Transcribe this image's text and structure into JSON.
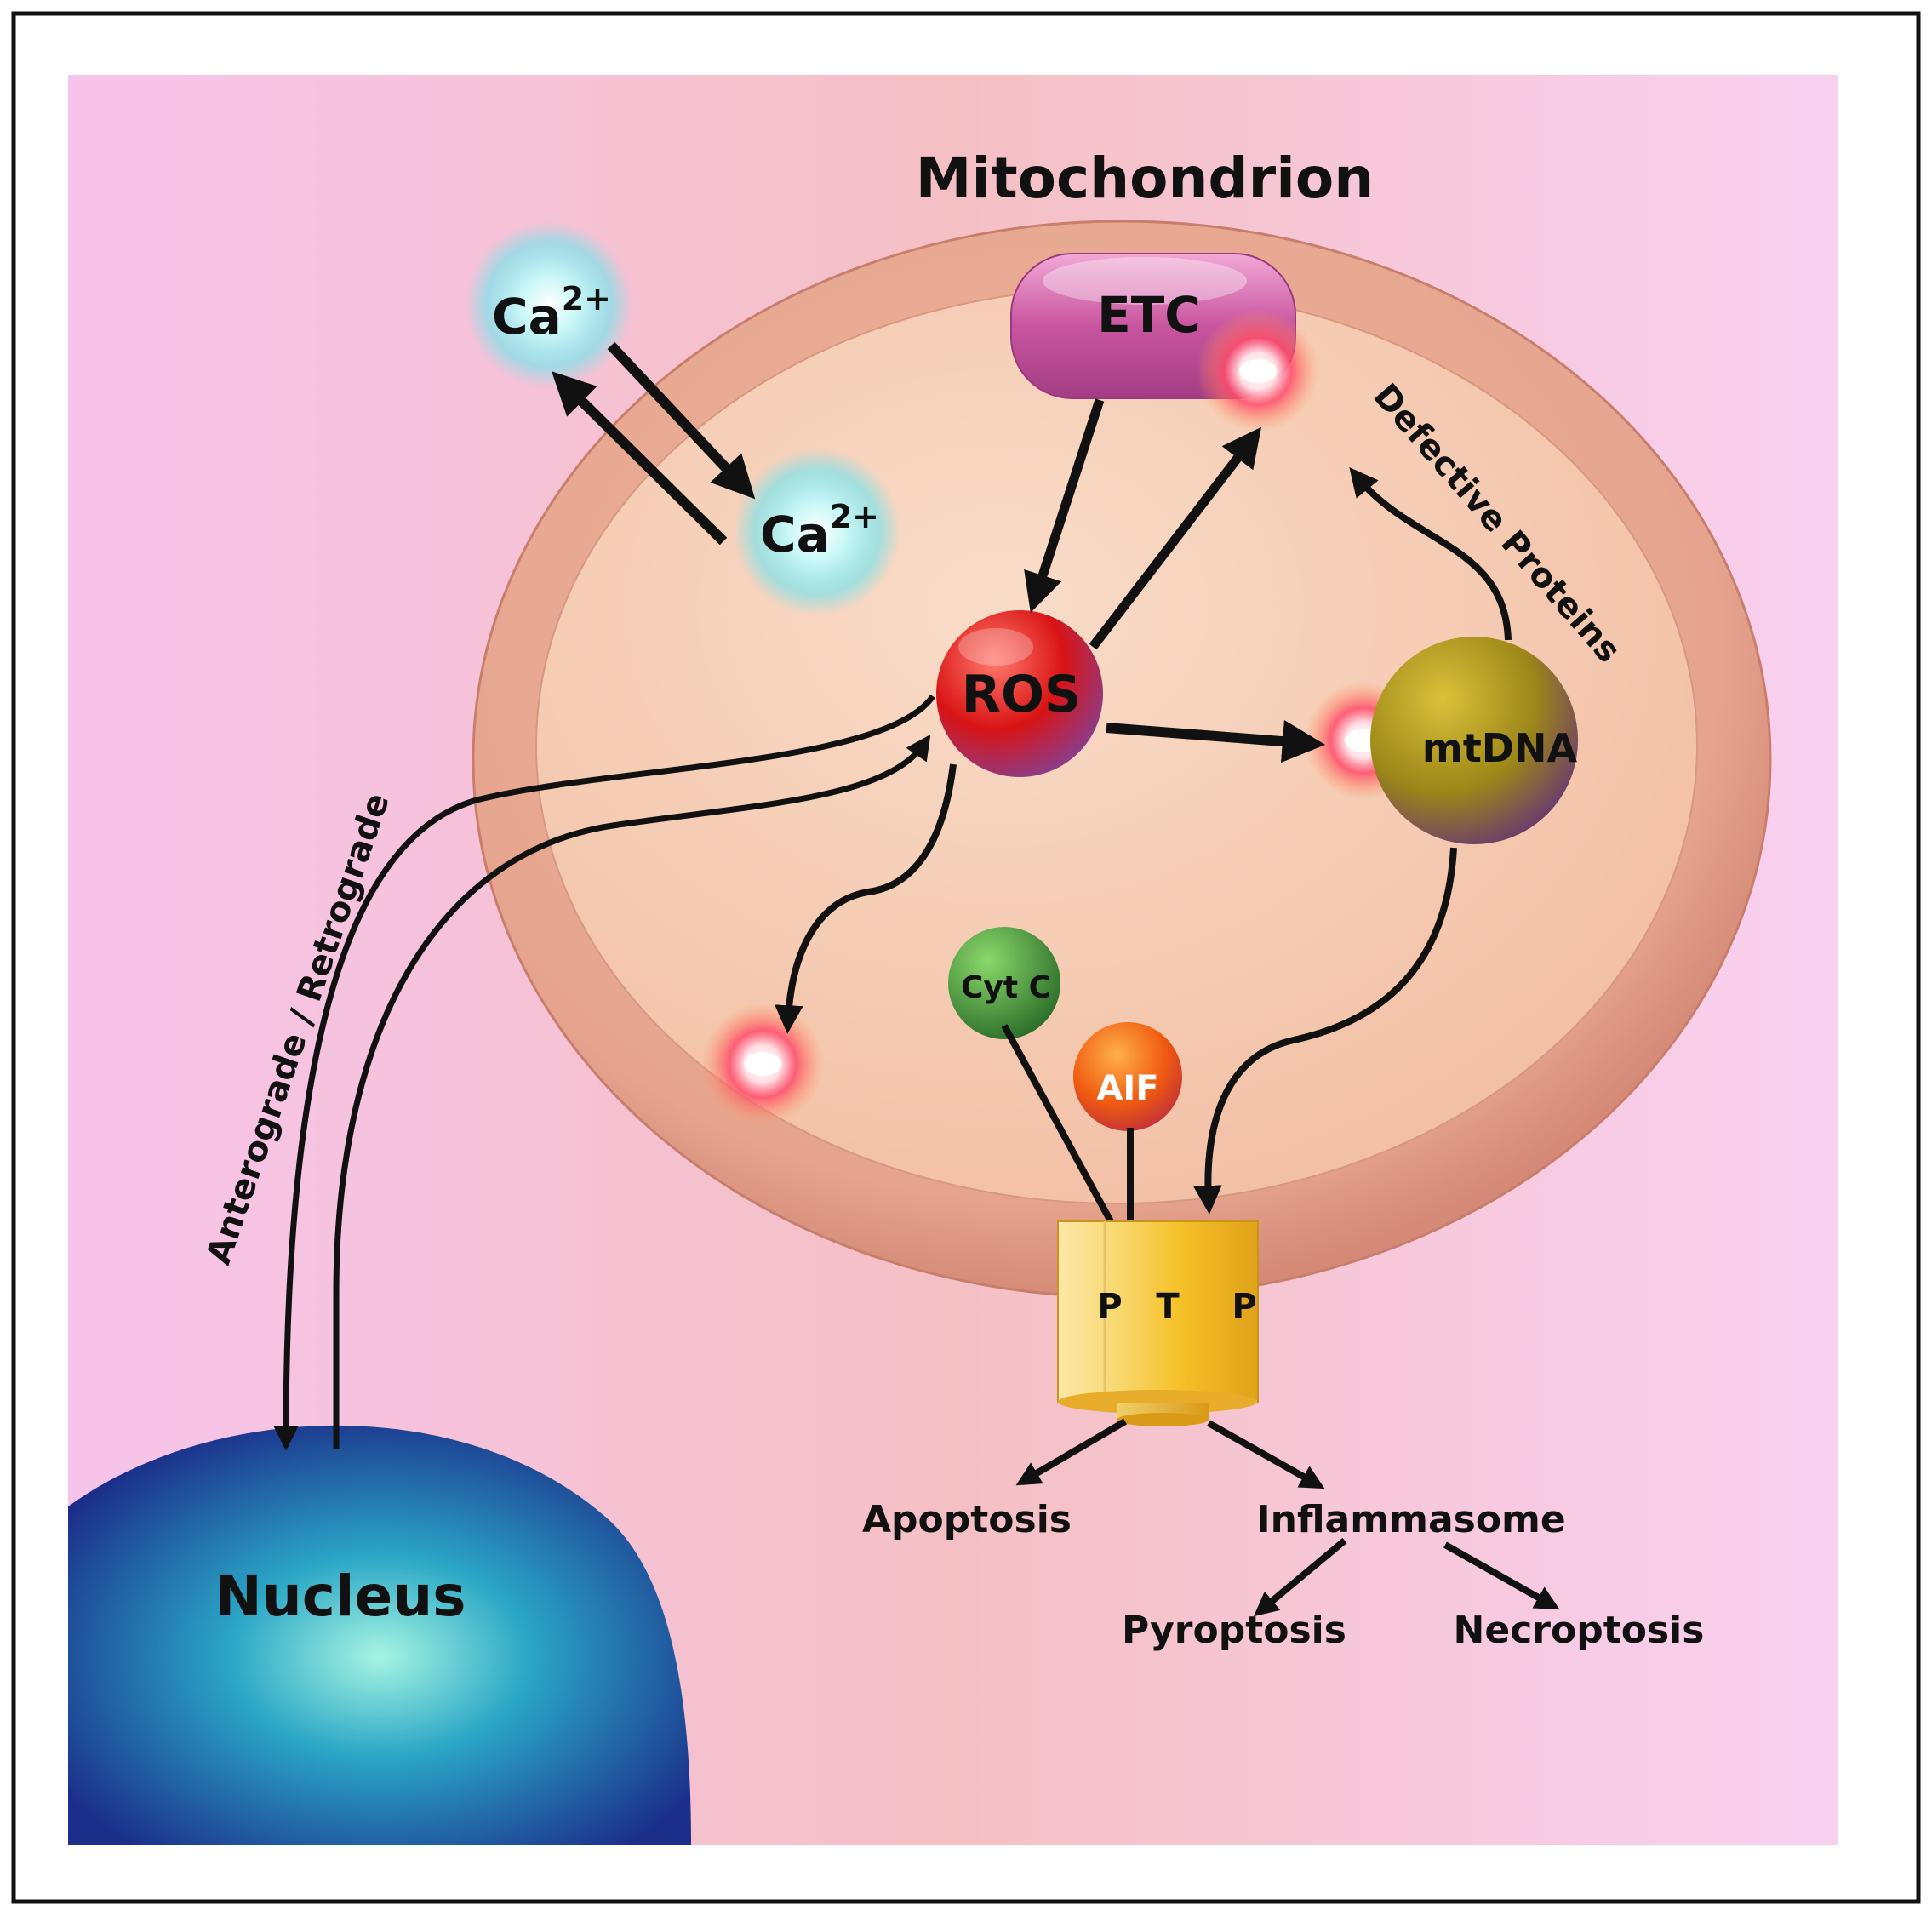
{
  "diagram": {
    "title": "Mitochondrion",
    "labels": {
      "ca_base": "Ca",
      "ca_charge": "2+",
      "etc": "ETC",
      "ros": "ROS",
      "mtdna": "mtDNA",
      "cytc": "Cyt C",
      "aif": "AIF",
      "ptp_p1": "P",
      "ptp_t": "T",
      "ptp_p2": "P",
      "nucleus": "Nucleus",
      "defective_proteins": "Defective Proteins",
      "signaling": "Anterograde / Retrograde",
      "apoptosis": "Apoptosis",
      "inflammasome": "Inflammasome",
      "pyroptosis": "Pyroptosis",
      "necroptosis": "Necroptosis"
    },
    "colors": {
      "background_pink": "#f7c6e6",
      "background_salmon": "#f5c0c4",
      "mito_outer": "#e8a590",
      "mito_inner": "#f5cdb4",
      "ros": "#dd1d1d",
      "etc": "#c2509e",
      "mtdna": "#a38a1a",
      "cytc": "#3f8e33",
      "aif": "#f25a10",
      "ptp": "#f2c13a",
      "nucleus": "#1c78b0",
      "calcium_glow": "#7fe6ee",
      "damage_spark": "#ff4b6a",
      "arrow": "#111111"
    }
  }
}
